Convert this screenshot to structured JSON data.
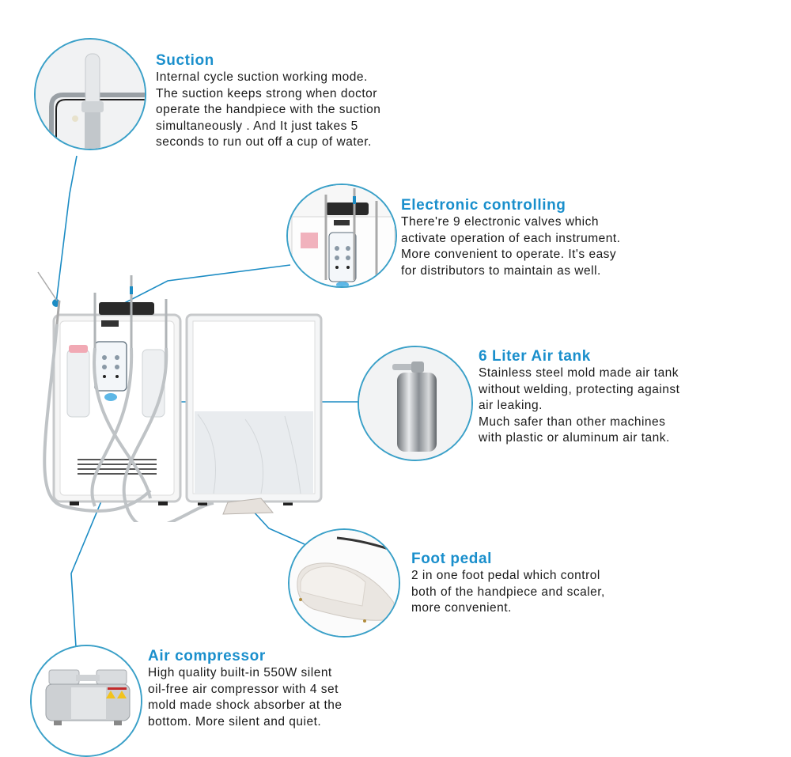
{
  "colors": {
    "accent": "#1a8fcc",
    "line": "#1c8cc4",
    "body_text": "#1a1a1a"
  },
  "features": [
    {
      "id": "suction",
      "title": "Suction",
      "text": "Internal cycle suction working mode.\nThe suction keeps strong when doctor\noperate the handpiece with the suction\nsimultaneously . And It just takes 5\nseconds to run out off a cup of water.",
      "image": "suction-handpiece"
    },
    {
      "id": "electronic",
      "title": "Electronic controlling",
      "text": "There're 9 electronic valves which\nactivate operation of each instrument.\nMore convenient to operate. It's easy\nfor distributors to maintain as well.",
      "image": "control-panel"
    },
    {
      "id": "airtank",
      "title": "6 Liter Air tank",
      "text": "Stainless steel mold made air tank\nwithout welding, protecting against\nair leaking.\nMuch safer than other machines\nwith plastic or aluminum air tank.",
      "image": "stainless-air-tank"
    },
    {
      "id": "footpedal",
      "title": "Foot pedal",
      "text": "2 in one foot pedal which control\nboth of the handpiece and scaler,\nmore convenient.",
      "image": "foot-pedal"
    },
    {
      "id": "compressor",
      "title": "Air compressor",
      "text": "High quality built-in 550W silent\noil-free air compressor with 4 set\nmold made shock absorber at the\nbottom. More silent and quiet.",
      "image": "air-compressor"
    }
  ]
}
